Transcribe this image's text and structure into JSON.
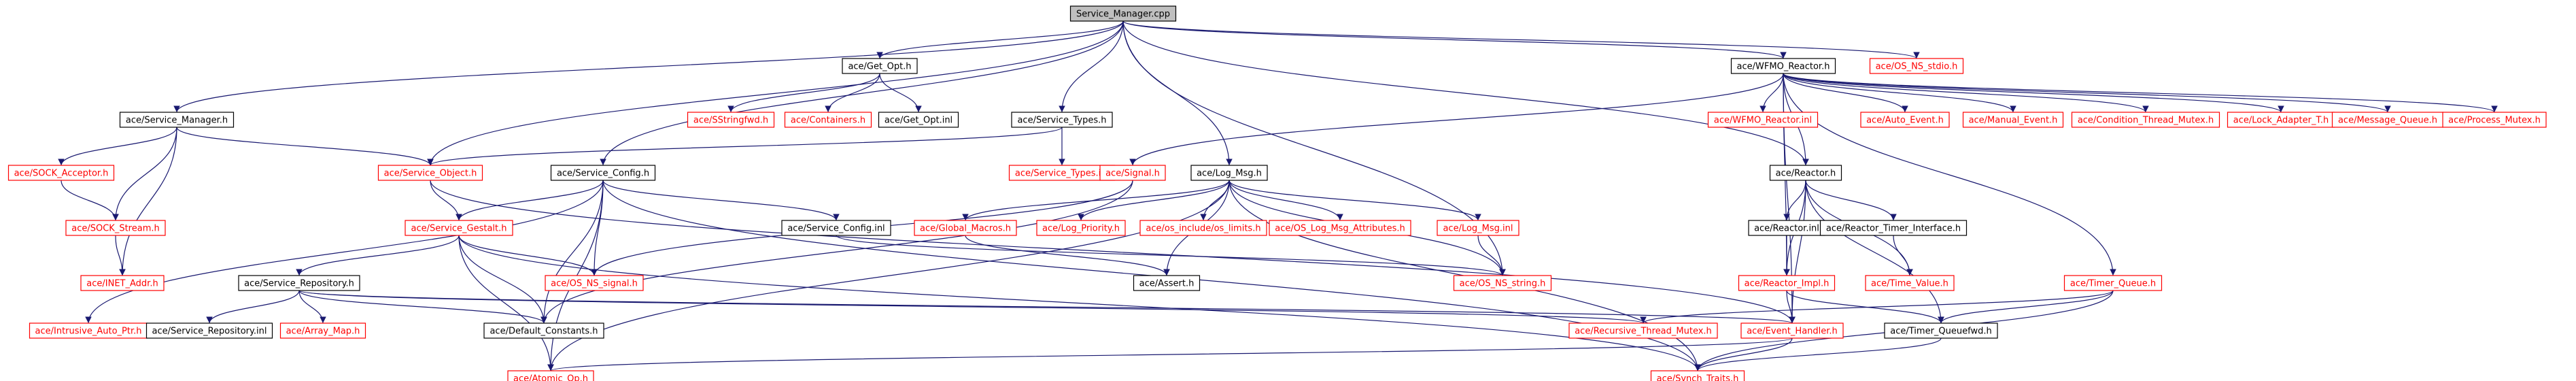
{
  "diagram": {
    "nodes": [
      {
        "id": "n0",
        "label": "Service_Manager.cpp",
        "kind": "root"
      },
      {
        "id": "n1",
        "label": "ace/Get_Opt.h",
        "kind": "normal"
      },
      {
        "id": "n2",
        "label": "ace/WFMO_Reactor.h",
        "kind": "normal"
      },
      {
        "id": "n3",
        "label": "ace/OS_NS_stdio.h",
        "kind": "red"
      },
      {
        "id": "n4",
        "label": "ace/Service_Manager.h",
        "kind": "normal"
      },
      {
        "id": "n5",
        "label": "ace/SStringfwd.h",
        "kind": "red"
      },
      {
        "id": "n6",
        "label": "ace/Containers.h",
        "kind": "red"
      },
      {
        "id": "n7",
        "label": "ace/Get_Opt.inl",
        "kind": "normal"
      },
      {
        "id": "n8",
        "label": "ace/Service_Types.h",
        "kind": "normal"
      },
      {
        "id": "n9",
        "label": "ace/WFMO_Reactor.inl",
        "kind": "red"
      },
      {
        "id": "n10",
        "label": "ace/Auto_Event.h",
        "kind": "red"
      },
      {
        "id": "n11",
        "label": "ace/Manual_Event.h",
        "kind": "red"
      },
      {
        "id": "n12",
        "label": "ace/Condition_Thread_Mutex.h",
        "kind": "red"
      },
      {
        "id": "n13",
        "label": "ace/Lock_Adapter_T.h",
        "kind": "red"
      },
      {
        "id": "n14",
        "label": "ace/Message_Queue.h",
        "kind": "red"
      },
      {
        "id": "n15",
        "label": "ace/Process_Mutex.h",
        "kind": "red"
      },
      {
        "id": "n16",
        "label": "ace/SOCK_Acceptor.h",
        "kind": "red"
      },
      {
        "id": "n17",
        "label": "ace/Service_Object.h",
        "kind": "red"
      },
      {
        "id": "n18",
        "label": "ace/Service_Config.h",
        "kind": "normal"
      },
      {
        "id": "n19",
        "label": "ace/Service_Types.inl",
        "kind": "red"
      },
      {
        "id": "n20",
        "label": "ace/Signal.h",
        "kind": "red"
      },
      {
        "id": "n21",
        "label": "ace/Log_Msg.h",
        "kind": "normal"
      },
      {
        "id": "n22",
        "label": "ace/Reactor.h",
        "kind": "normal"
      },
      {
        "id": "n23",
        "label": "ace/SOCK_Stream.h",
        "kind": "red"
      },
      {
        "id": "n24",
        "label": "ace/Service_Gestalt.h",
        "kind": "red"
      },
      {
        "id": "n25",
        "label": "ace/Service_Config.inl",
        "kind": "normal"
      },
      {
        "id": "n26",
        "label": "ace/Global_Macros.h",
        "kind": "red"
      },
      {
        "id": "n27",
        "label": "ace/Log_Priority.h",
        "kind": "red"
      },
      {
        "id": "n28",
        "label": "ace/os_include/os_limits.h",
        "kind": "red"
      },
      {
        "id": "n29",
        "label": "ace/OS_Log_Msg_Attributes.h",
        "kind": "red"
      },
      {
        "id": "n30",
        "label": "ace/Log_Msg.inl",
        "kind": "red"
      },
      {
        "id": "n31",
        "label": "ace/Reactor.inl",
        "kind": "normal"
      },
      {
        "id": "n32",
        "label": "ace/Reactor_Timer_Interface.h",
        "kind": "normal"
      },
      {
        "id": "n33",
        "label": "ace/INET_Addr.h",
        "kind": "red"
      },
      {
        "id": "n34",
        "label": "ace/Service_Repository.h",
        "kind": "normal"
      },
      {
        "id": "n35",
        "label": "ace/OS_NS_signal.h",
        "kind": "red"
      },
      {
        "id": "n36",
        "label": "ace/Assert.h",
        "kind": "normal"
      },
      {
        "id": "n37",
        "label": "ace/OS_NS_string.h",
        "kind": "red"
      },
      {
        "id": "n38",
        "label": "ace/Reactor_Impl.h",
        "kind": "red"
      },
      {
        "id": "n39",
        "label": "ace/Time_Value.h",
        "kind": "red"
      },
      {
        "id": "n40",
        "label": "ace/Timer_Queue.h",
        "kind": "red"
      },
      {
        "id": "n41",
        "label": "ace/Intrusive_Auto_Ptr.h",
        "kind": "red"
      },
      {
        "id": "n42",
        "label": "ace/Service_Repository.inl",
        "kind": "normal"
      },
      {
        "id": "n43",
        "label": "ace/Array_Map.h",
        "kind": "red"
      },
      {
        "id": "n44",
        "label": "ace/Default_Constants.h",
        "kind": "normal"
      },
      {
        "id": "n45",
        "label": "ace/Recursive_Thread_Mutex.h",
        "kind": "red"
      },
      {
        "id": "n46",
        "label": "ace/Event_Handler.h",
        "kind": "red"
      },
      {
        "id": "n47",
        "label": "ace/Timer_Queuefwd.h",
        "kind": "normal"
      },
      {
        "id": "n48",
        "label": "ace/Atomic_Op.h",
        "kind": "red"
      },
      {
        "id": "n49",
        "label": "ace/Synch_Traits.h",
        "kind": "red"
      }
    ],
    "edges": [
      [
        "n0",
        "n1"
      ],
      [
        "n0",
        "n2"
      ],
      [
        "n0",
        "n3"
      ],
      [
        "n0",
        "n4"
      ],
      [
        "n0",
        "n8"
      ],
      [
        "n0",
        "n18"
      ],
      [
        "n0",
        "n21"
      ],
      [
        "n0",
        "n22"
      ],
      [
        "n0",
        "n17"
      ],
      [
        "n0",
        "n37"
      ],
      [
        "n1",
        "n5"
      ],
      [
        "n1",
        "n6"
      ],
      [
        "n1",
        "n7"
      ],
      [
        "n8",
        "n17"
      ],
      [
        "n8",
        "n19"
      ],
      [
        "n2",
        "n9"
      ],
      [
        "n2",
        "n10"
      ],
      [
        "n2",
        "n11"
      ],
      [
        "n2",
        "n12"
      ],
      [
        "n2",
        "n13"
      ],
      [
        "n2",
        "n14"
      ],
      [
        "n2",
        "n15"
      ],
      [
        "n2",
        "n22"
      ],
      [
        "n2",
        "n20"
      ],
      [
        "n2",
        "n40"
      ],
      [
        "n2",
        "n38"
      ],
      [
        "n2",
        "n46"
      ],
      [
        "n4",
        "n16"
      ],
      [
        "n4",
        "n17"
      ],
      [
        "n4",
        "n23"
      ],
      [
        "n4",
        "n33"
      ],
      [
        "n16",
        "n23"
      ],
      [
        "n23",
        "n33"
      ],
      [
        "n17",
        "n24"
      ],
      [
        "n17",
        "n46"
      ],
      [
        "n18",
        "n24"
      ],
      [
        "n18",
        "n25"
      ],
      [
        "n18",
        "n35"
      ],
      [
        "n18",
        "n44"
      ],
      [
        "n18",
        "n48"
      ],
      [
        "n18",
        "n49"
      ],
      [
        "n18",
        "n41"
      ],
      [
        "n20",
        "n35"
      ],
      [
        "n20",
        "n44"
      ],
      [
        "n21",
        "n26"
      ],
      [
        "n21",
        "n27"
      ],
      [
        "n21",
        "n28"
      ],
      [
        "n21",
        "n29"
      ],
      [
        "n21",
        "n30"
      ],
      [
        "n21",
        "n36"
      ],
      [
        "n21",
        "n48"
      ],
      [
        "n21",
        "n49"
      ],
      [
        "n21",
        "n37"
      ],
      [
        "n26",
        "n36"
      ],
      [
        "n30",
        "n37"
      ],
      [
        "n25",
        "n37"
      ],
      [
        "n22",
        "n31"
      ],
      [
        "n22",
        "n32"
      ],
      [
        "n22",
        "n38"
      ],
      [
        "n22",
        "n46"
      ],
      [
        "n22",
        "n39"
      ],
      [
        "n22",
        "n47"
      ],
      [
        "n31",
        "n38"
      ],
      [
        "n32",
        "n39"
      ],
      [
        "n24",
        "n34"
      ],
      [
        "n24",
        "n35"
      ],
      [
        "n24",
        "n44"
      ],
      [
        "n24",
        "n48"
      ],
      [
        "n24",
        "n49"
      ],
      [
        "n34",
        "n42"
      ],
      [
        "n34",
        "n43"
      ],
      [
        "n34",
        "n44"
      ],
      [
        "n34",
        "n45"
      ],
      [
        "n34",
        "n46"
      ],
      [
        "n38",
        "n46"
      ],
      [
        "n38",
        "n47"
      ],
      [
        "n40",
        "n45"
      ],
      [
        "n40",
        "n47"
      ],
      [
        "n40",
        "n49"
      ],
      [
        "n46",
        "n48"
      ],
      [
        "n46",
        "n49"
      ],
      [
        "n47",
        "n49"
      ]
    ]
  },
  "colors": {
    "root_fill": "#bfbfbf",
    "normal_stroke": "#000000",
    "red_stroke": "#ff0000",
    "red_text": "#ff0000",
    "text": "#000000",
    "edge": "#191970",
    "background": "#ffffff"
  }
}
